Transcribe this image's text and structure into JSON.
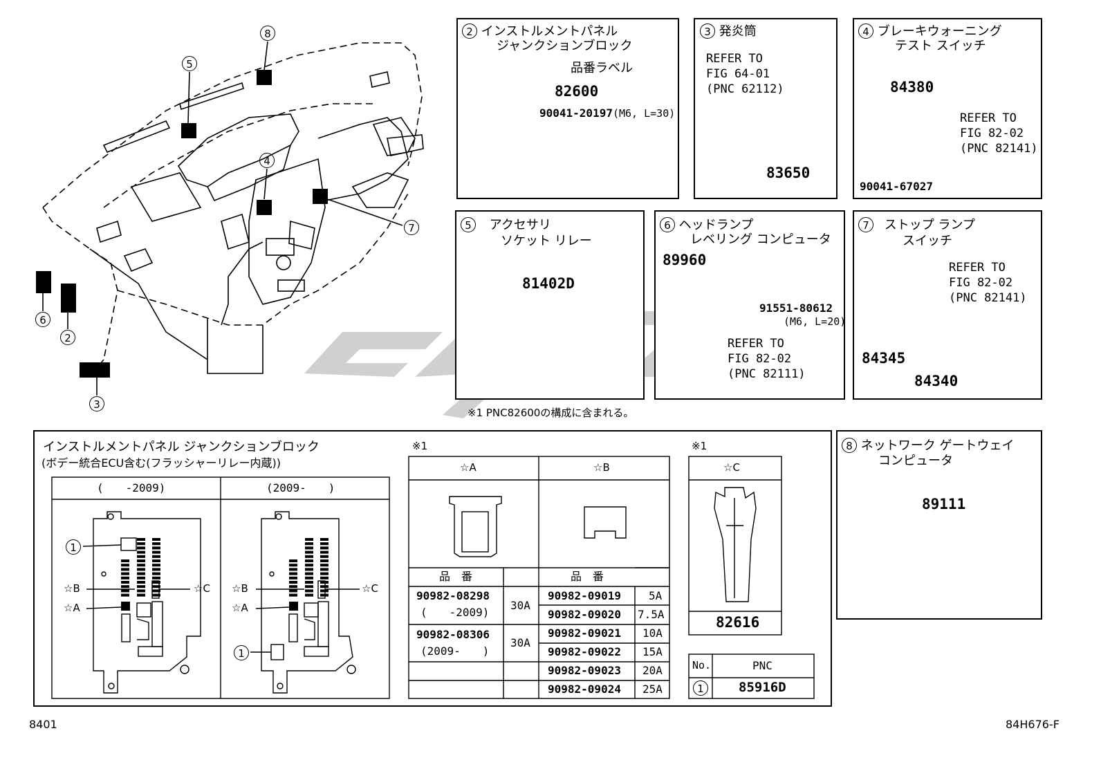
{
  "callouts": {
    "main": [
      {
        "num": "8"
      },
      {
        "num": "5"
      },
      {
        "num": "4"
      },
      {
        "num": "7"
      },
      {
        "num": "6"
      },
      {
        "num": "2"
      },
      {
        "num": "3"
      }
    ]
  },
  "panels": {
    "p2": {
      "num": "2",
      "title1": "インストルメントパネル",
      "title2": "ジャンクションブロック",
      "label_tag": "品番ラベル",
      "pn": "82600",
      "bolt": "90041-20197",
      "bolt_spec": "(M6, L=30)"
    },
    "p3": {
      "num": "3",
      "title": "発炎筒",
      "refer": "REFER TO\nFIG 64-01\n(PNC 62112)",
      "pn": "83650"
    },
    "p4": {
      "num": "4",
      "title1": "ブレーキウォーニング",
      "title2": "テスト スイッチ",
      "pn": "84380",
      "refer": "REFER TO\nFIG 82-02\n(PNC 82141)",
      "bolt": "90041-67027"
    },
    "p5": {
      "num": "5",
      "title1": "アクセサリ",
      "title2": "ソケット リレー",
      "pn": "81402D"
    },
    "p6": {
      "num": "6",
      "title1": "ヘッドランプ",
      "title2": "レベリング コンピュータ",
      "pn": "89960",
      "bolt": "91551-80612",
      "bolt_spec": "(M6, L=20)",
      "refer": "REFER TO\nFIG 82-02\n(PNC 82111)"
    },
    "p7": {
      "num": "7",
      "title1": "ストップ ランプ",
      "title2": "スイッチ",
      "refer": "REFER TO\nFIG 82-02\n(PNC 82141)",
      "pn1": "84345",
      "pn2": "84340"
    },
    "p8": {
      "num": "8",
      "title1": "ネットワーク ゲートウェイ",
      "title2": "コンピュータ",
      "pn": "89111"
    }
  },
  "footnote": "※1 PNC82600の構成に含まれる。",
  "bottom": {
    "title1": "インストルメントパネル ジャンクションブロック",
    "title2": "(ボデー統合ECU含む(フラッシャーリレー内蔵))",
    "col1": "(　　-2009)",
    "col2": "(2009-　　)",
    "labels": {
      "one": "1",
      "starA": "☆A",
      "starB": "☆B",
      "starC": "☆C"
    },
    "fuse_note_ab": "※1",
    "fuse_note_c": "※1",
    "hdr_a": "☆A",
    "hdr_b": "☆B",
    "hdr_c": "☆C",
    "partno_hdr": "品　番",
    "a_rows": [
      {
        "pn": "90982-08298",
        "period": "(　　-2009)"
      },
      {
        "pn": "90982-08306",
        "period": "(2009-　　)"
      }
    ],
    "a_amp": "30A",
    "b_rows": [
      {
        "pn": "90982-09019",
        "amp": "5A"
      },
      {
        "pn": "90982-09020",
        "amp": "7.5A"
      },
      {
        "pn": "90982-09021",
        "amp": "10A"
      },
      {
        "pn": "90982-09022",
        "amp": "15A"
      },
      {
        "pn": "90982-09023",
        "amp": "20A"
      },
      {
        "pn": "90982-09024",
        "amp": "25A"
      }
    ],
    "c_pn": "82616",
    "pnc_table": {
      "no_hdr": "No.",
      "pnc_hdr": "PNC",
      "row_num": "1",
      "row_pnc": "85916D"
    }
  },
  "page_code": "8401",
  "fig_code": "84H676-F",
  "watermark_color": "#c8c8c8"
}
